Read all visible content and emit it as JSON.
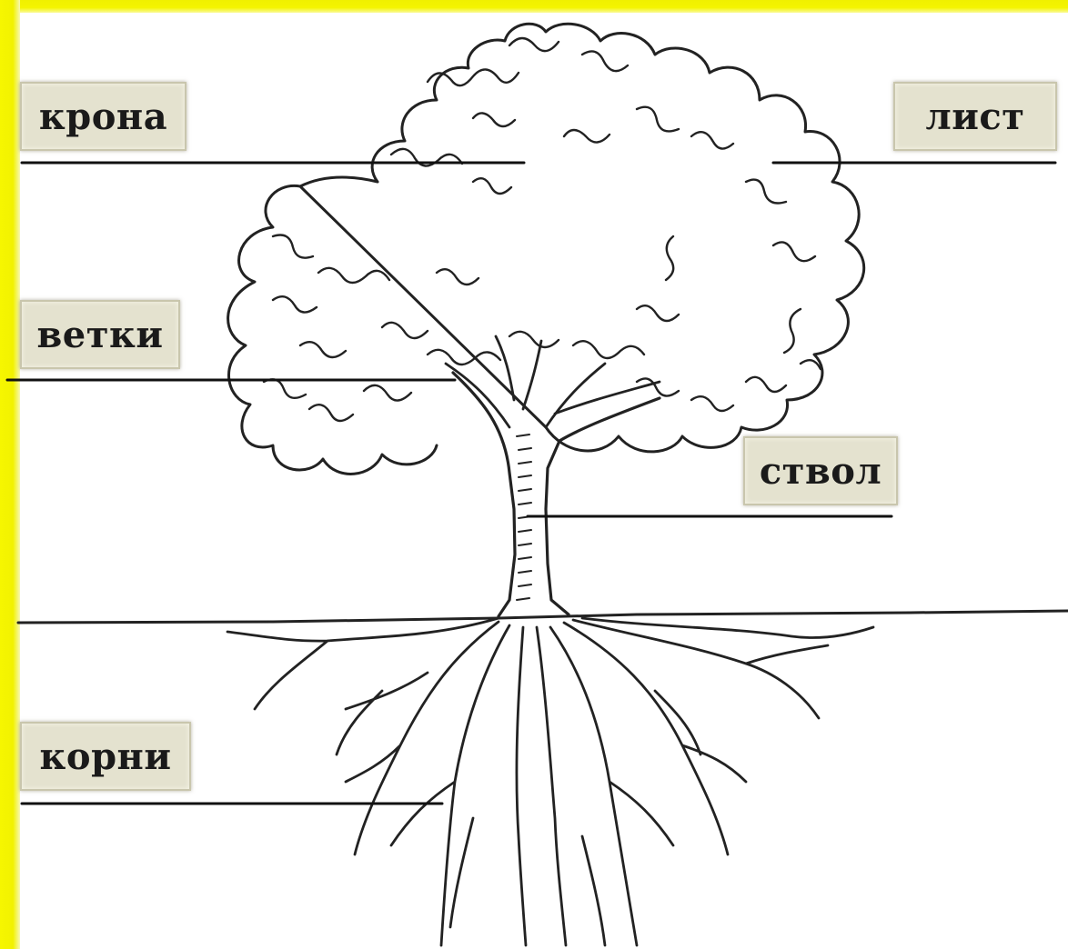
{
  "labels": {
    "crown": "крона",
    "leaf": "лист",
    "branches": "ветки",
    "trunk": "ствол",
    "roots": "корни"
  },
  "colors": {
    "frame": "#f0f000",
    "label_bg": "#e4e2cf",
    "line": "#111111"
  }
}
